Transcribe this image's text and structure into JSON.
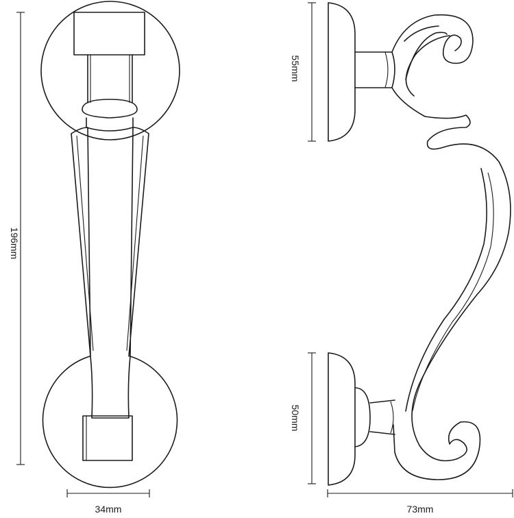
{
  "dimensions": {
    "height_total": "196mm",
    "width_front": "34mm",
    "depth_side": "73mm",
    "top_plate": "55mm",
    "bottom_plate": "50mm"
  }
}
